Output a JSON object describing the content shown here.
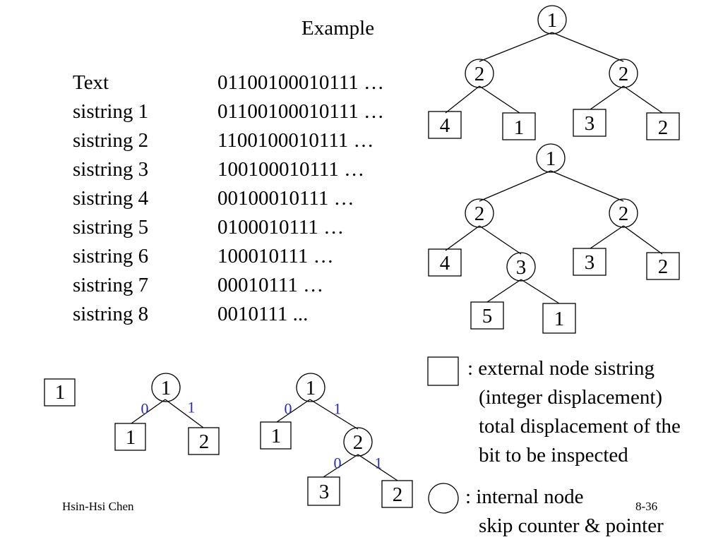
{
  "slide": {
    "title": "Example",
    "author": "Hsin-Hsi Chen",
    "page_number": "8-36"
  },
  "sistrings": {
    "rows": [
      {
        "label": "Text",
        "bits": "01100100010111 …"
      },
      {
        "label": "sistring 1",
        "bits": "01100100010111 …"
      },
      {
        "label": "sistring 2",
        "bits": "1100100010111 …"
      },
      {
        "label": "sistring 3",
        "bits": "100100010111 …"
      },
      {
        "label": "sistring 4",
        "bits": "00100010111 …"
      },
      {
        "label": "sistring 5",
        "bits": "0100010111 …"
      },
      {
        "label": "sistring 6",
        "bits": "100010111 …"
      },
      {
        "label": "sistring 7",
        "bits": "00010111 …"
      },
      {
        "label": "sistring 8",
        "bits": "0010111 ..."
      }
    ]
  },
  "small_trees": {
    "single": {
      "value": "1"
    },
    "tree_a": {
      "root": "1",
      "edge_left": "0",
      "edge_right": "1",
      "left_leaf": "1",
      "right_leaf": "2"
    },
    "tree_b": {
      "root": "1",
      "edge_left": "0",
      "edge_right": "1",
      "left_leaf": "1",
      "child": "2",
      "child_edge_left": "0",
      "child_edge_right": "1",
      "child_left_leaf": "3",
      "child_right_leaf": "2"
    }
  },
  "right_trees": {
    "tree_top": {
      "root": "1",
      "left": "2",
      "right": "2",
      "leaves": [
        "4",
        "1",
        "3",
        "2"
      ]
    },
    "tree_bottom": {
      "root": "1",
      "left": "2",
      "right": "2",
      "inner": "3",
      "leaves": [
        "4",
        "3",
        "2",
        "5",
        "1"
      ]
    }
  },
  "legend": {
    "external_lines": [
      ": external node sistring",
      "(integer displacement)",
      "total displacement of the",
      "bit to be inspected"
    ],
    "internal_lines": [
      ": internal node",
      "skip counter & pointer"
    ]
  },
  "colors": {
    "edge_label": "#2a2ab4",
    "stroke": "#000000"
  }
}
